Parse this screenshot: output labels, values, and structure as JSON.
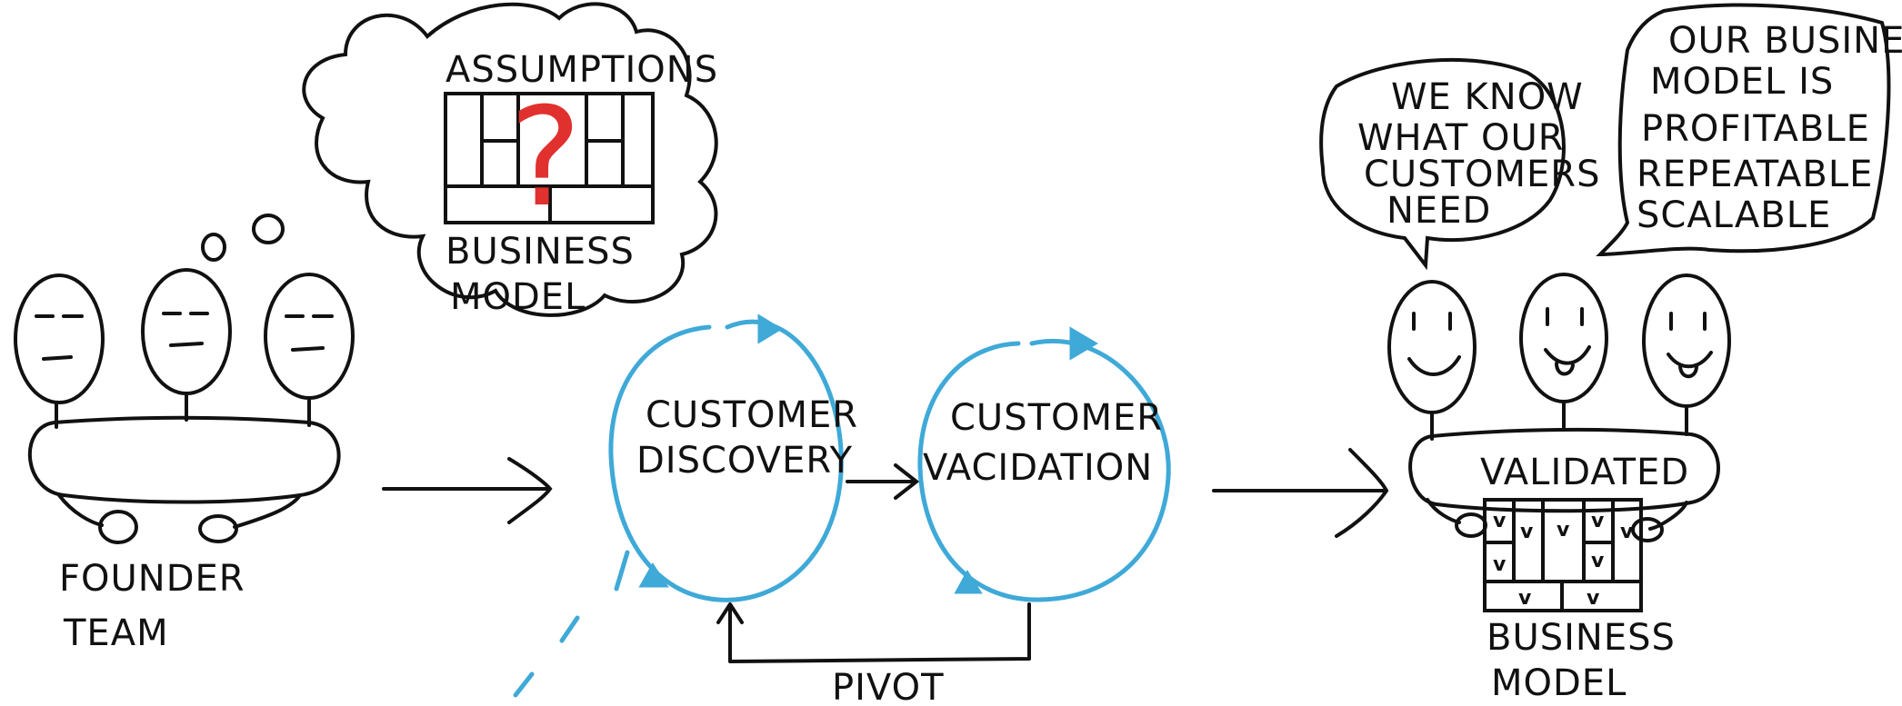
{
  "colors": {
    "ink": "#111111",
    "cycle_blue": "#3fa9d8",
    "question_red": "#e0312f",
    "check_green": "#1fae5a"
  },
  "thought_bubble": {
    "top_label": "ASSUMPTIONS",
    "bottom_label_line1": "BUSINESS",
    "bottom_label_line2": "MODEL",
    "center_mark": "?"
  },
  "founder_team": {
    "label_line1": "FOUNDER",
    "label_line2": "TEAM"
  },
  "process": {
    "discovery_line1": "CUSTOMER",
    "discovery_line2": "DISCOVERY",
    "validation_line1": "CUSTOMER",
    "validation_line2": "VACIDATION",
    "pivot_label": "PIVOT"
  },
  "speech_left": {
    "line1": "WE KNOW",
    "line2": "WHAT OUR",
    "line3": "CUSTOMERS",
    "line4": "NEED"
  },
  "speech_right": {
    "line1": "OUR BUSINESS",
    "line2": "MODEL IS",
    "line3": "PROFITABLE",
    "line4": "REPEATABLE",
    "line5": "SCALABLE"
  },
  "validated_team": {
    "table_label": "VALIDATED",
    "check_mark": "v",
    "label_line1": "BUSINESS",
    "label_line2": "MODEL"
  }
}
